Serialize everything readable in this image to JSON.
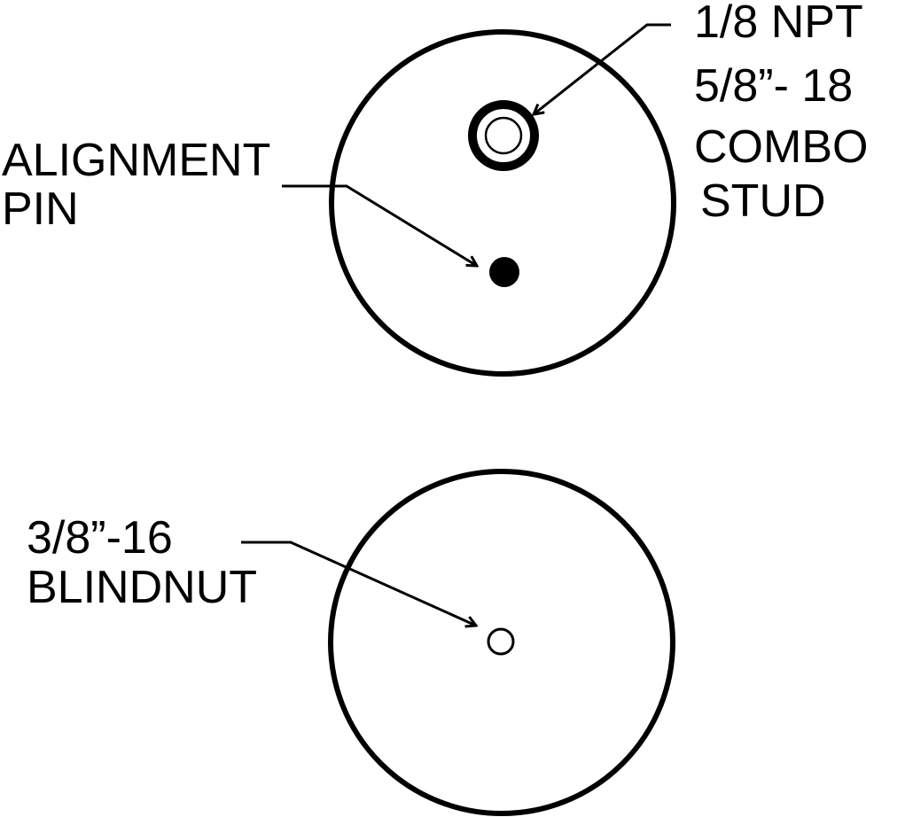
{
  "top_view": {
    "stud_label": [
      "1/8 NPT",
      "5/8”- 18",
      "COMBO",
      "STUD"
    ],
    "pin_label": [
      "ALIGNMENT",
      "PIN"
    ]
  },
  "bottom_view": {
    "blindnut_label": [
      "3/8”-16",
      "BLINDNUT"
    ]
  },
  "colors": {
    "ink": "#000000",
    "background": "#ffffff"
  }
}
